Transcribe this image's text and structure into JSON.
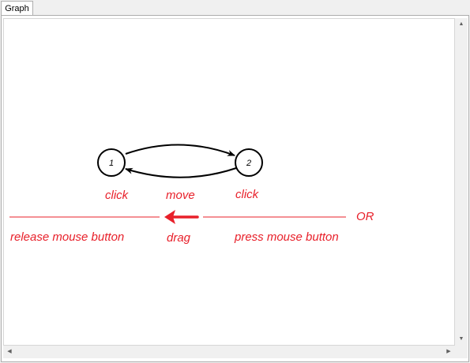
{
  "tab": {
    "label": "Graph"
  },
  "graph": {
    "nodes": [
      {
        "label": "1"
      },
      {
        "label": "2"
      }
    ]
  },
  "annotations": {
    "click_left": "click",
    "move": "move",
    "click_right": "click",
    "or": "OR",
    "release": "release mouse button",
    "drag": "drag",
    "press": "press mouse button"
  },
  "colors": {
    "annotation": "#e8202a",
    "edge": "#000000",
    "node_fill": "#ffffff"
  },
  "icons": {
    "scroll_up": "triangle-up-icon",
    "scroll_down": "triangle-down-icon",
    "scroll_left": "triangle-left-icon",
    "scroll_right": "triangle-right-icon"
  }
}
